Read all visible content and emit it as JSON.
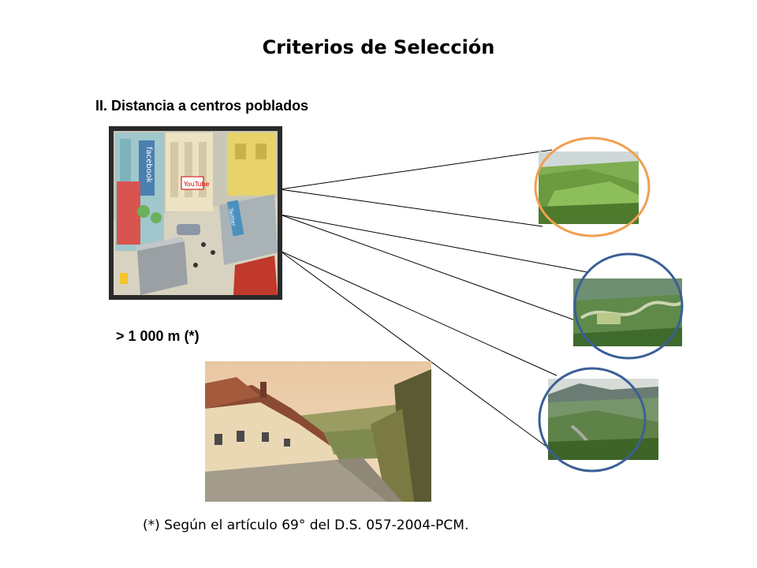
{
  "slide": {
    "title": "Criterios de Selección",
    "subtitle": "II. Distancia a centros poblados",
    "distance_label": "> 1 000 m (*)",
    "footnote": "(*) Según el artículo 69° del D.S. 057-2004-PCM."
  },
  "images": {
    "city": {
      "alt": "city-illustration",
      "signs": [
        "facebook",
        "YouTube",
        "Twitter"
      ]
    },
    "village": {
      "alt": "village-street-photo"
    },
    "landscapes": [
      {
        "alt": "green-hills-landscape",
        "ring_color": "#f0a050"
      },
      {
        "alt": "river-valley-landscape",
        "ring_color": "#3a5f96"
      },
      {
        "alt": "mountain-valley-landscape",
        "ring_color": "#3a5f96"
      }
    ]
  }
}
